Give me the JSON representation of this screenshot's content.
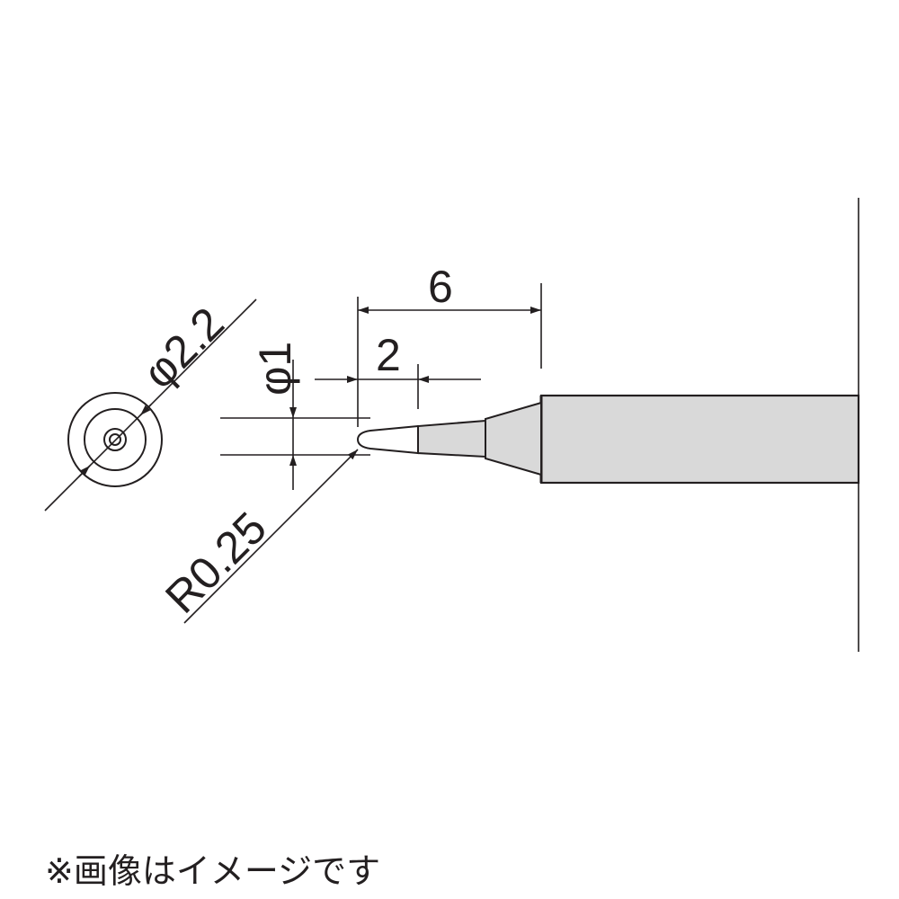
{
  "drawing": {
    "dimensions": {
      "diameter_end": "φ2.2",
      "length_total": "6",
      "length_tip": "2",
      "diameter_tip": "φ1",
      "radius_tip": "R0.25"
    },
    "colors": {
      "line": "#231f20",
      "shaft_fill": "#d9d9d9",
      "tip_fill": "#ffffff"
    }
  },
  "caption": "※画像はイメージです"
}
